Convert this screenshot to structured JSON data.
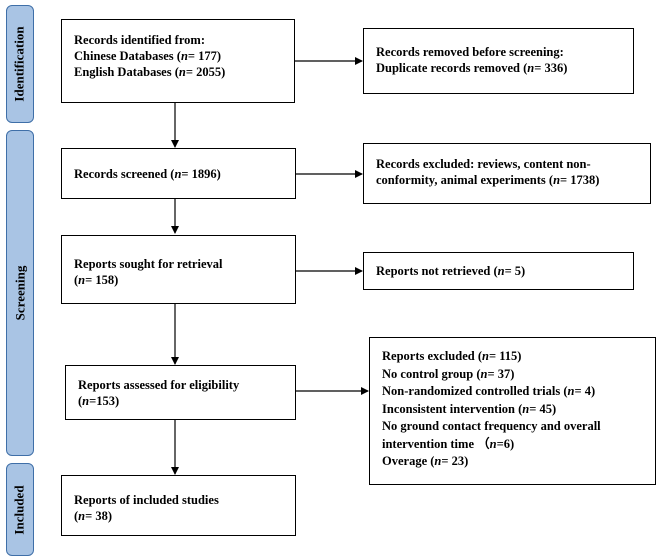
{
  "stages": {
    "identification": "Identification",
    "screening": "Screening",
    "included": "Included"
  },
  "boxes": {
    "identified": {
      "line1": "Records identified from:",
      "line2_pre": "Chinese Databases (",
      "line2_n": "n",
      "line2_post": "= 177)",
      "line3_pre": "English Databases (",
      "line3_n": "n",
      "line3_post": "= 2055)"
    },
    "removed": {
      "line1": "Records removed before screening:",
      "line2_pre": "Duplicate records removed (",
      "line2_n": "n",
      "line2_post": "= 336)"
    },
    "screened": {
      "line1_pre": "Records screened (",
      "line1_n": "n",
      "line1_post": "= 1896)"
    },
    "excluded_records": {
      "line1": "Records excluded: reviews, content non-",
      "line2_pre": "conformity, animal experiments (",
      "line2_n": "n",
      "line2_post": "= 1738)"
    },
    "sought": {
      "line1": "Reports sought for retrieval",
      "line2_pre": "(",
      "line2_n": "n",
      "line2_post": "= 158)"
    },
    "not_retrieved": {
      "line1_pre": "Reports not retrieved (",
      "line1_n": "n",
      "line1_post": "= 5)"
    },
    "assessed": {
      "line1": "Reports assessed for eligibility",
      "line2_pre": "(",
      "line2_n": "n",
      "line2_post": "=153)"
    },
    "excluded_reports": {
      "l1_pre": "Reports excluded (",
      "l1_n": "n",
      "l1_post": "= 115)",
      "l2_pre": "No control group (",
      "l2_n": "n",
      "l2_post": "= 37)",
      "l3_pre": "Non-randomized controlled trials (",
      "l3_n": "n",
      "l3_post": "= 4)",
      "l4_pre": "Inconsistent intervention (",
      "l4_n": "n",
      "l4_post": "= 45)",
      "l5": "No ground contact frequency and overall",
      "l6_pre": "intervention time （",
      "l6_n": "n",
      "l6_post": "=6)",
      "l7_pre": "Overage (",
      "l7_n": "n",
      "l7_post": "= 23)"
    },
    "included": {
      "line1": "Reports of included studies",
      "line2_pre": "(",
      "line2_n": "n",
      "line2_post": "= 38)"
    }
  },
  "colors": {
    "stage_fill": "#a9c4e4",
    "stage_border": "#3f6fa8"
  }
}
